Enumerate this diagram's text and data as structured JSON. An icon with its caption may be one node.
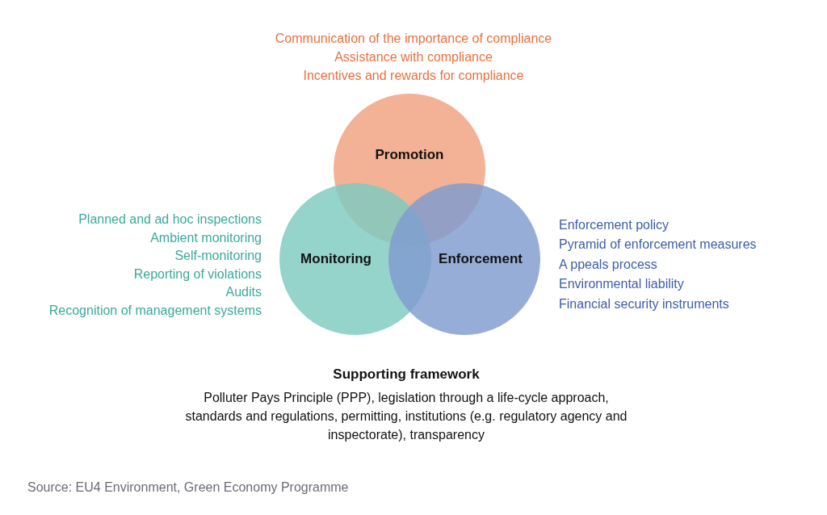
{
  "diagram": {
    "caption": "Source: EU4 Environment, Green Economy Programme",
    "nodes": [
      {
        "text": [
          "Promotion"
        ],
        "beside": [
          "Communication of the importance of compliance",
          "Assistance with compliance",
          "Incentives and rewards for compliance"
        ]
      },
      {
        "text": [
          "Monitoring"
        ],
        "beside": [
          "Planned and ad hoc inspections",
          "Ambient monitoring",
          "Self-monitoring",
          "Reporting of violations",
          "Audits",
          "Recognition of management systems"
        ]
      },
      {
        "text": [
          "Enforcement"
        ],
        "beside": [
          "Enforcement policy",
          "Pyramid of enforcement measures",
          "A ppeals process",
          "Environmental liability",
          "Financial security instruments"
        ]
      }
    ],
    "edges": [],
    "labels": [
      "Supporting framework",
      "Polluter Pays Principle (PPP), legislation through a life-cycle approach, standards and regulations, permitting, institutions (e.g. regulatory agency and inspectorate), transparency"
    ]
  }
}
